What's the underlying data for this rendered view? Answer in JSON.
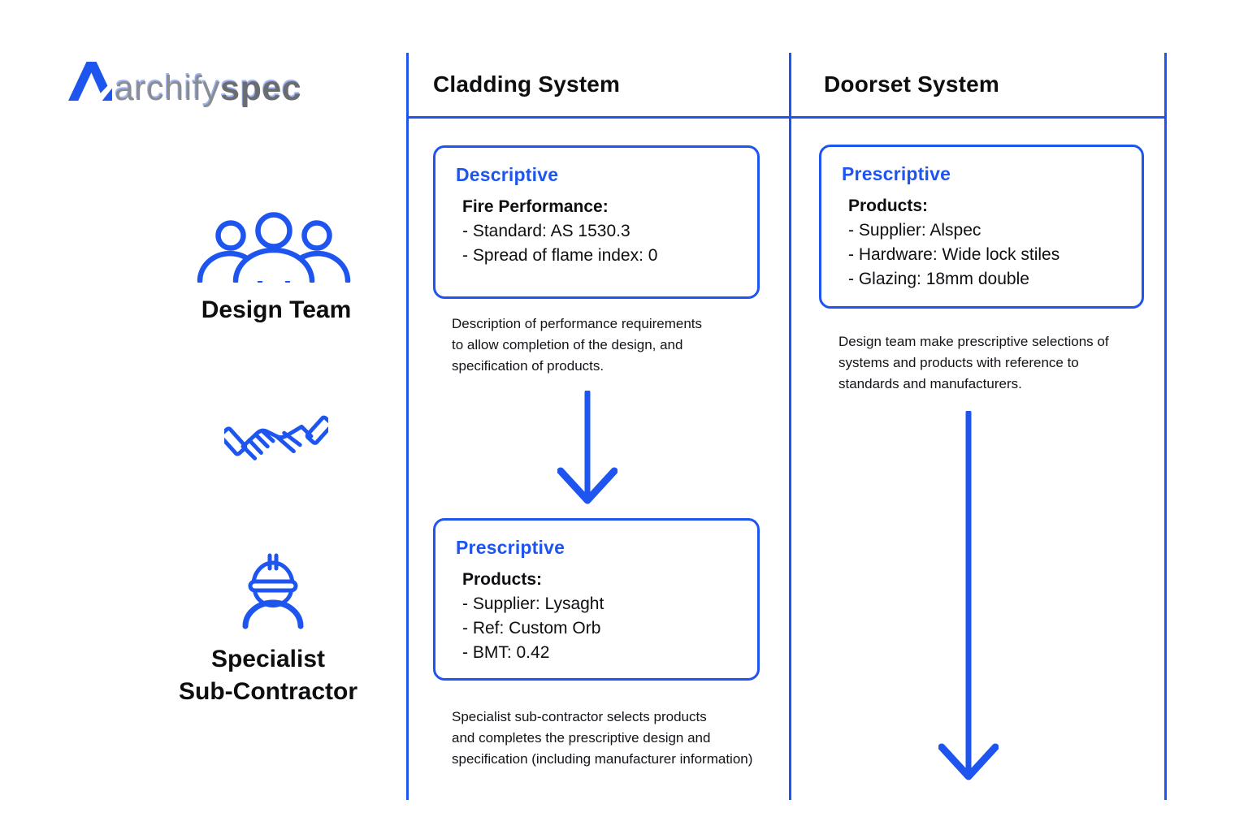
{
  "colors": {
    "accent_blue": "#1d55ee",
    "text_black": "#0c0e10",
    "logo_gray_light": "#8a8d91",
    "logo_gray_dark": "#696c70"
  },
  "logo": {
    "part1": "archify",
    "part2": "spec"
  },
  "sidebar": {
    "design_team": "Design Team",
    "subcontractor": "Specialist\nSub-Contractor"
  },
  "columns": {
    "cladding": {
      "header": "Cladding System",
      "descriptive": {
        "title": "Descriptive",
        "heading": "Fire Performance:",
        "items": [
          "- Standard: AS 1530.3",
          "- Spread of flame index: 0"
        ]
      },
      "descriptive_note": "Description of performance requirements\nto allow completion of the design, and\nspecification of products.",
      "prescriptive": {
        "title": "Prescriptive",
        "heading": "Products:",
        "items": [
          "- Supplier: Lysaght",
          "- Ref: Custom Orb",
          "- BMT: 0.42"
        ]
      },
      "prescriptive_note": "Specialist sub-contractor selects products\nand completes the prescriptive design and\nspecification (including manufacturer information)"
    },
    "doorset": {
      "header": "Doorset System",
      "prescriptive": {
        "title": "Prescriptive",
        "heading": "Products:",
        "items": [
          "- Supplier: Alspec",
          "- Hardware: Wide lock stiles",
          "- Glazing: 18mm double"
        ]
      },
      "note": "Design team make prescriptive selections of\nsystems and products with reference to\nstandards and manufacturers."
    }
  }
}
